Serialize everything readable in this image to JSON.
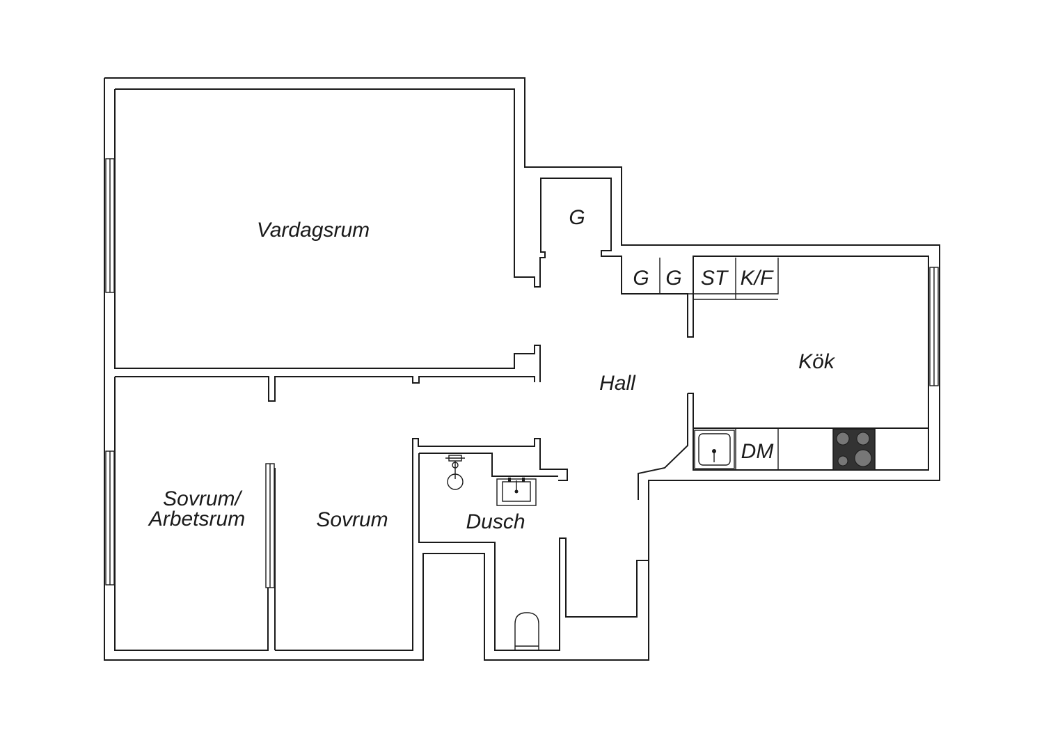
{
  "rooms": {
    "vardagsrum": "Vardagsrum",
    "sovrum_arbetsrum_line1": "Sovrum/",
    "sovrum_arbetsrum_line2": "Arbetsrum",
    "sovrum": "Sovrum",
    "hall": "Hall",
    "dusch": "Dusch",
    "kok": "Kök"
  },
  "fixtures": {
    "g_top": "G",
    "g_1": "G",
    "g_2": "G",
    "st": "ST",
    "kf": "K/F",
    "dm": "DM"
  },
  "colors": {
    "wall": "#1a1a1a",
    "stove": "#333333",
    "burner": "#777777"
  },
  "icons": [
    "sink-icon",
    "stove-icon",
    "shower-icon",
    "washbasin-icon",
    "toilet-icon",
    "window-icon"
  ]
}
